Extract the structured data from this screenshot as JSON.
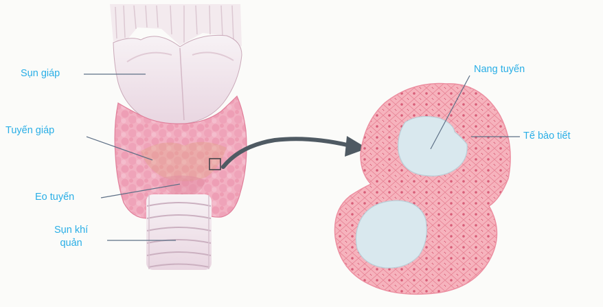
{
  "labels": {
    "sun_giap": "Sụn giáp",
    "tuyen_giap": "Tuyến giáp",
    "eo_tuyen": "Eo tuyến",
    "sun_khi_quan_line1": "Sụn khí",
    "sun_khi_quan_line2": "quản",
    "nang_tuyen": "Nang tuyến",
    "te_bao_tiet": "Tế bào tiết"
  },
  "colors": {
    "label_text": "#29aee6",
    "leader_line": "#5d6f86",
    "gland": "#f0a9bc",
    "gland_lobules": "#e98aa4",
    "cartilage": "#f2e6ee",
    "follicle_colloid": "#d7e6ec",
    "follicle_cells": "#f3a2ae",
    "arrow": "#4f5a63"
  }
}
